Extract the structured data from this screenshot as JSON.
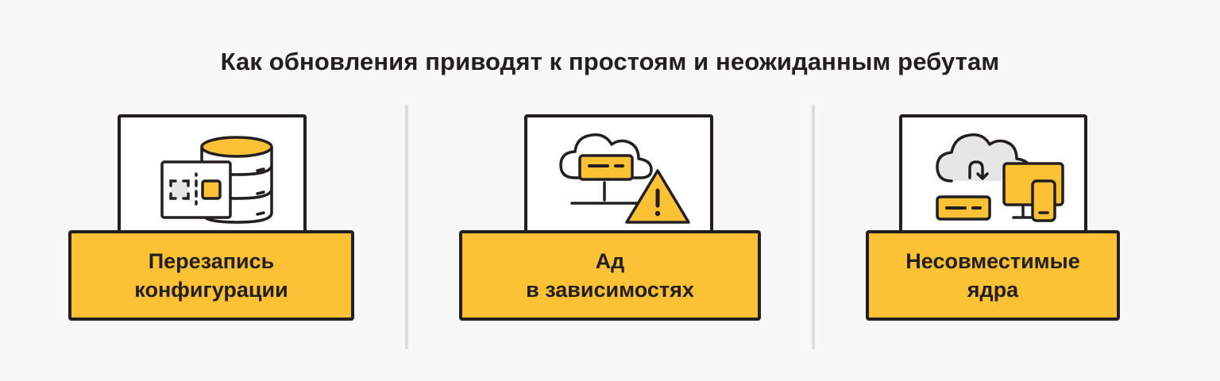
{
  "title": "Как обновления приводят к простоям и неожиданным ребутам",
  "colors": {
    "background": "#f7f7f7",
    "accent": "#fcc134",
    "stroke": "#231f20",
    "divider": "#dcdcdc",
    "light_fill": "#e6e6e6"
  },
  "cards": [
    {
      "icon": "database-config-icon",
      "label_line1": "Перезапись",
      "label_line2": "конфигурации"
    },
    {
      "icon": "cloud-server-warning-icon",
      "label_line1": "Ад",
      "label_line2": "в зависимостях"
    },
    {
      "icon": "cloud-devices-update-icon",
      "label_line1": "Несовместимые",
      "label_line2": "ядра"
    }
  ]
}
